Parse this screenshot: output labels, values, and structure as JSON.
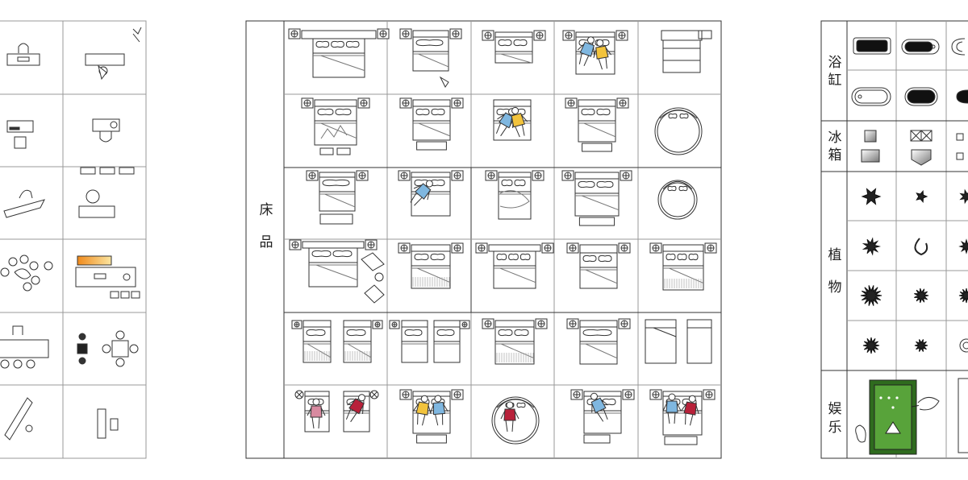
{
  "sheet": {
    "center_panel": {
      "category": [
        "床",
        "品"
      ]
    },
    "right_panel": {
      "categories": [
        {
          "id": "bathtub",
          "label": [
            "浴",
            "缸"
          ]
        },
        {
          "id": "fridge",
          "label": [
            "冰",
            "箱"
          ]
        },
        {
          "id": "plants",
          "label": [
            "植",
            "物"
          ]
        },
        {
          "id": "entertainment",
          "label": [
            "娱",
            "乐"
          ]
        }
      ]
    },
    "colors": {
      "line": "#333333",
      "grid": "#999999",
      "pool_felt": "#58a33a",
      "pool_rail": "#2f6b1e",
      "tv_gradient_start": "#f08a1c",
      "tv_gradient_end": "#fbe5a0",
      "figure_blue": "#7fb7e0",
      "figure_yellow": "#f2c33c",
      "figure_red": "#b8213a",
      "figure_pink": "#d88aa0"
    }
  }
}
